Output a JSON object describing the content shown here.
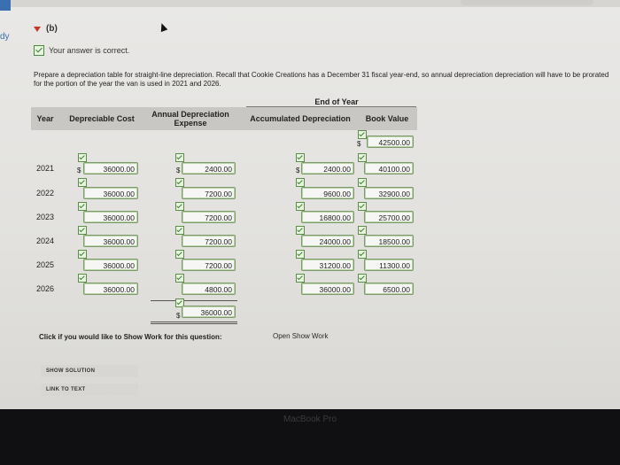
{
  "sidebar_fragment": "dy",
  "section": {
    "label": "(b)"
  },
  "feedback": {
    "text": "Your answer is correct."
  },
  "instructions": "Prepare a depreciation table for straight-line depreciation. Recall that Cookie Creations has a December 31 fiscal year-end, so annual depreciation depreciation will have to be prorated for the portion of the year the van is used in 2021 and 2026.",
  "table": {
    "group_header": "End of Year",
    "headers": {
      "year": "Year",
      "cost": "Depreciable Cost",
      "expense": "Annual Depreciation Expense",
      "accum": "Accumulated Depreciation",
      "book": "Book Value"
    },
    "currency": "$",
    "opening_book_value": "42500.00",
    "rows": [
      {
        "year": "2021",
        "cost": "36000.00",
        "expense": "2400.00",
        "accum": "2400.00",
        "book": "40100.00"
      },
      {
        "year": "2022",
        "cost": "36000.00",
        "expense": "7200.00",
        "accum": "9600.00",
        "book": "32900.00"
      },
      {
        "year": "2023",
        "cost": "36000.00",
        "expense": "7200.00",
        "accum": "16800.00",
        "book": "25700.00"
      },
      {
        "year": "2024",
        "cost": "36000.00",
        "expense": "7200.00",
        "accum": "24000.00",
        "book": "18500.00"
      },
      {
        "year": "2025",
        "cost": "36000.00",
        "expense": "7200.00",
        "accum": "31200.00",
        "book": "11300.00"
      },
      {
        "year": "2026",
        "cost": "36000.00",
        "expense": "4800.00",
        "accum": "36000.00",
        "book": "6500.00"
      }
    ],
    "total_expense": "36000.00"
  },
  "show_work": {
    "prompt": "Click if you would like to Show Work for this question:",
    "link": "Open Show Work"
  },
  "buttons": {
    "show_solution": "SHOW SOLUTION",
    "link_to_text": "LINK TO TEXT"
  },
  "device_label": "MacBook Pro"
}
